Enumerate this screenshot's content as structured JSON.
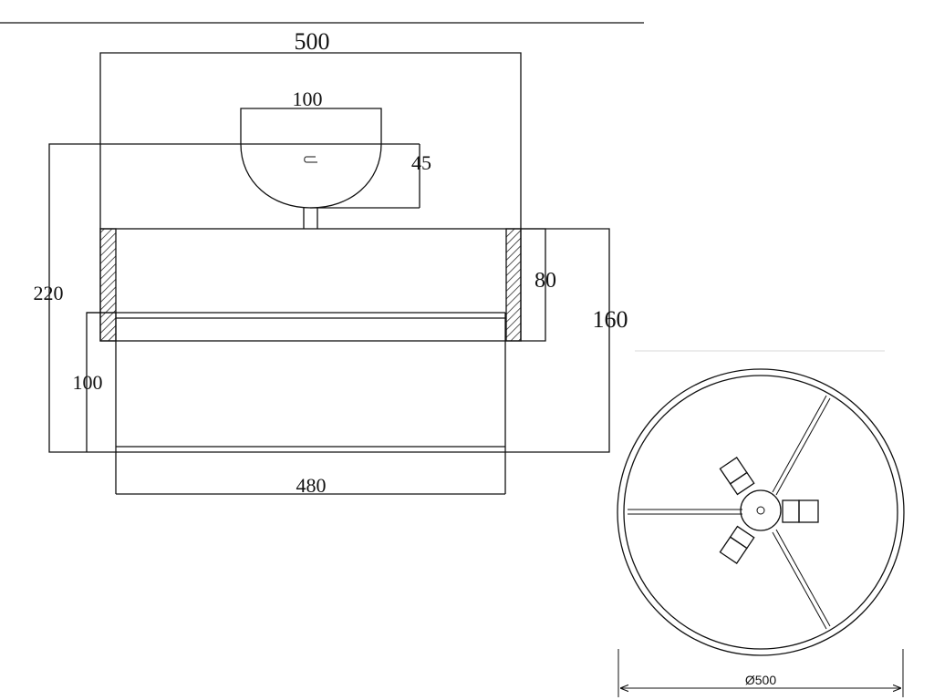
{
  "side_view": {
    "dim_overall_width": "500",
    "dim_canopy_width": "100",
    "dim_canopy_height": "45",
    "dim_total_height": "220",
    "dim_shade_height": "160",
    "dim_upper_ring": "80",
    "dim_lower_section": "100",
    "dim_inner_width": "480"
  },
  "top_view": {
    "dim_diameter": "Ø500"
  }
}
